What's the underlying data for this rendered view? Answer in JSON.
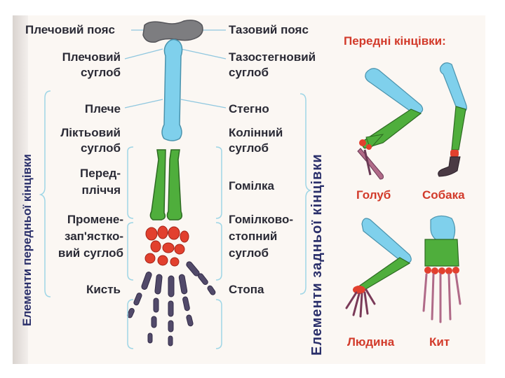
{
  "left_labels": {
    "shoulder_girdle": "Плечовий пояс",
    "shoulder_joint_line1": "Плечовий",
    "shoulder_joint_line2": "суглоб",
    "upper_arm": "Плече",
    "elbow_line1": "Ліктьовий",
    "elbow_line2": "суглоб",
    "forearm_line1": "Перед-",
    "forearm_line2": "пліччя",
    "wrist_line1": "Промене-",
    "wrist_line2": "зап'ястко-",
    "wrist_line3": "вий суглоб",
    "hand": "Кисть"
  },
  "right_labels": {
    "pelvic_girdle": "Тазовий пояс",
    "hip_line1": "Тазостегновий",
    "hip_line2": "суглоб",
    "thigh": "Стегно",
    "knee_line1": "Колінний",
    "knee_line2": "суглоб",
    "shin": "Гомілка",
    "ankle_line1": "Гомілково-",
    "ankle_line2": "стопний",
    "ankle_line3": "суглоб",
    "foot": "Стопа"
  },
  "vertical_titles": {
    "fore_elements": "Елементи передньої кінцівки",
    "hind_elements": "Елементи задньої кінцівки"
  },
  "forelimbs": {
    "title": "Передні кінцівки:",
    "animals": [
      "Голуб",
      "Собака",
      "Людина",
      "Кит"
    ]
  },
  "colors": {
    "girdle": "#7d7d80",
    "humerus": "#7fd0ec",
    "forearm": "#4fae3c",
    "wrist": "#e2402e",
    "phalanges": "#524a6a",
    "label_text": "#2a2a35",
    "title_text": "#2a2f6a",
    "red_text": "#d23a2a",
    "bracket": "#9fd6e6"
  }
}
